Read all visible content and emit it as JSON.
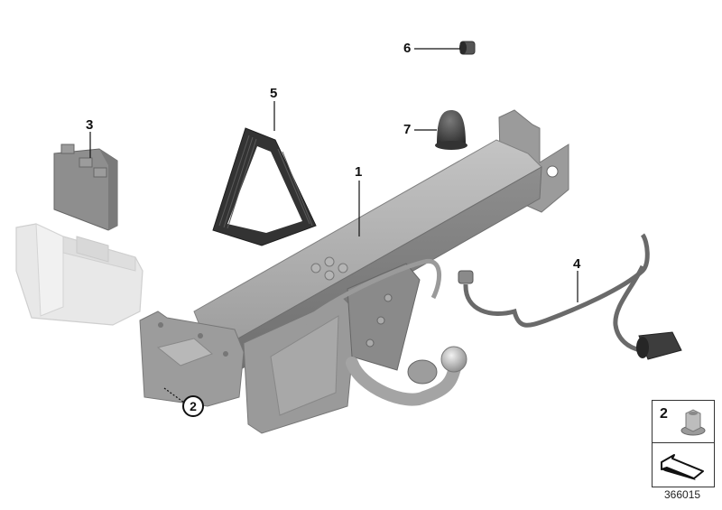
{
  "diagram": {
    "type": "exploded parts diagram",
    "subject": "Trailer tow hitch assembly",
    "diagram_id": "366015",
    "parts": [
      {
        "callout": "1",
        "description": "tow bar crossmember with swiveling ball head"
      },
      {
        "callout": "2",
        "description": "nut",
        "style": "circled"
      },
      {
        "callout": "3",
        "description": "control module with holder"
      },
      {
        "callout": "4",
        "description": "wiring harness"
      },
      {
        "callout": "5",
        "description": "rubber seal frame"
      },
      {
        "callout": "6",
        "description": "plug / grommet"
      },
      {
        "callout": "7",
        "description": "ball cap"
      }
    ],
    "legend": {
      "part_callout": "2",
      "icon": "nut-icon",
      "symbol": "direction-arrow-icon"
    }
  },
  "colors": {
    "background": "#ffffff",
    "part_grey": "#a9a9a9",
    "part_dark": "#3c3c3c",
    "holder_light": "#e6e6e6",
    "line": "#111111"
  }
}
